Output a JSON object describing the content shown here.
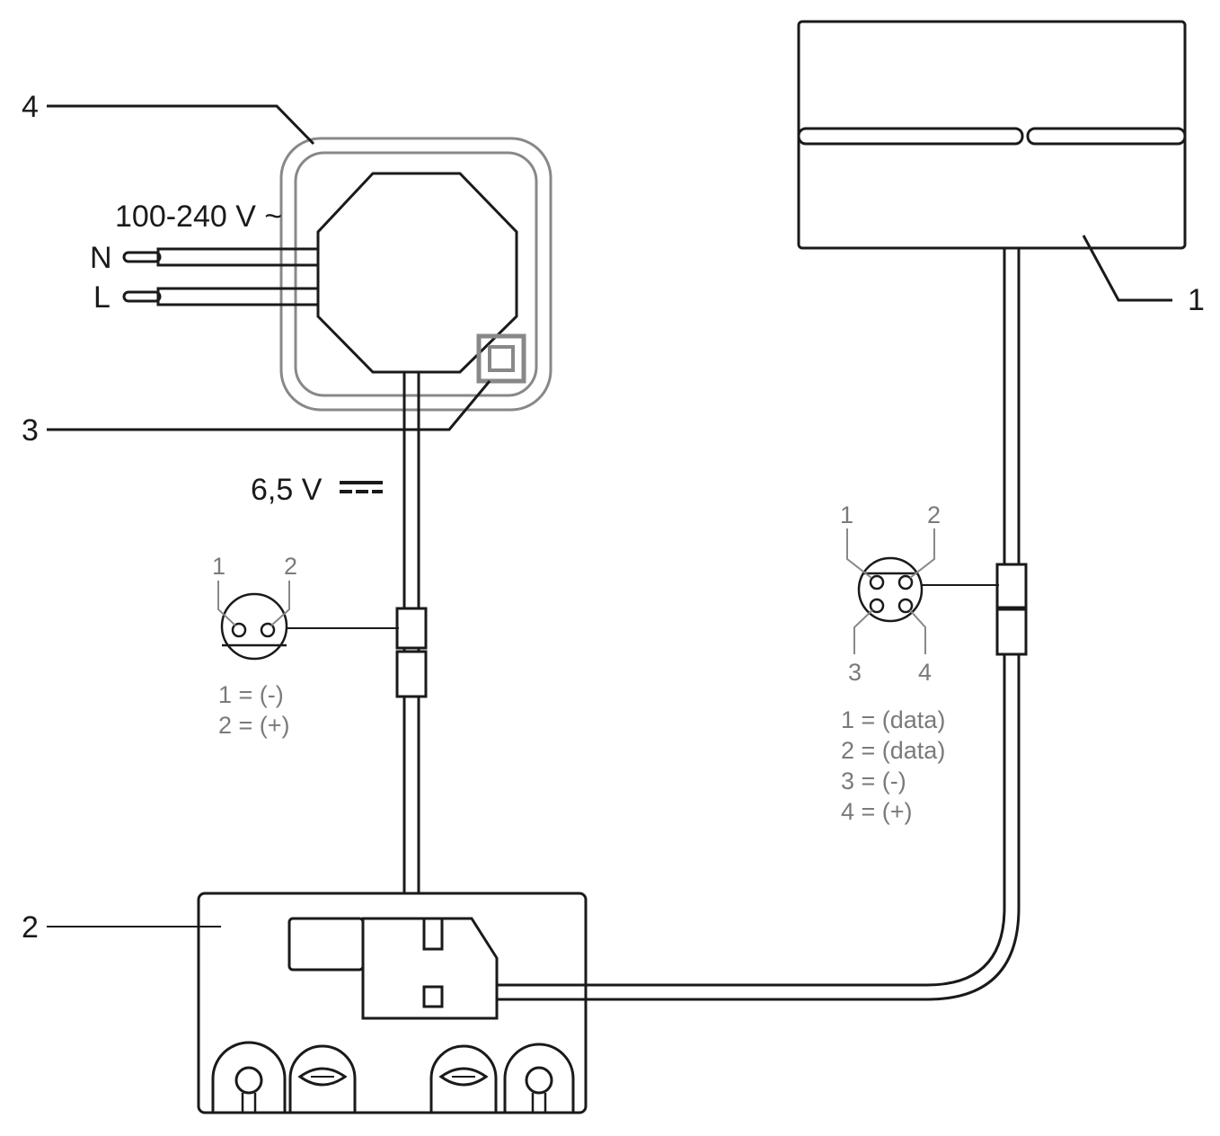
{
  "callouts": {
    "c1": "1",
    "c2": "2",
    "c3": "3",
    "c4": "4"
  },
  "supply": {
    "voltage": "100-240 V ~",
    "neutral": "N",
    "line": "L"
  },
  "output_voltage": "6,5 V",
  "connector_2pin": {
    "pins": [
      "1",
      "2"
    ],
    "legend": [
      "1 = (-)",
      "2 = (+)"
    ]
  },
  "connector_4pin": {
    "pins": [
      "1",
      "2",
      "3",
      "4"
    ],
    "legend": [
      "1 = (data)",
      "2 = (data)",
      "3 = (-)",
      "4 = (+)"
    ]
  },
  "colors": {
    "line": "#1a1a1a",
    "detail": "#888888"
  },
  "icons": [
    "double-insulation-icon",
    "dc-symbol-icon"
  ]
}
